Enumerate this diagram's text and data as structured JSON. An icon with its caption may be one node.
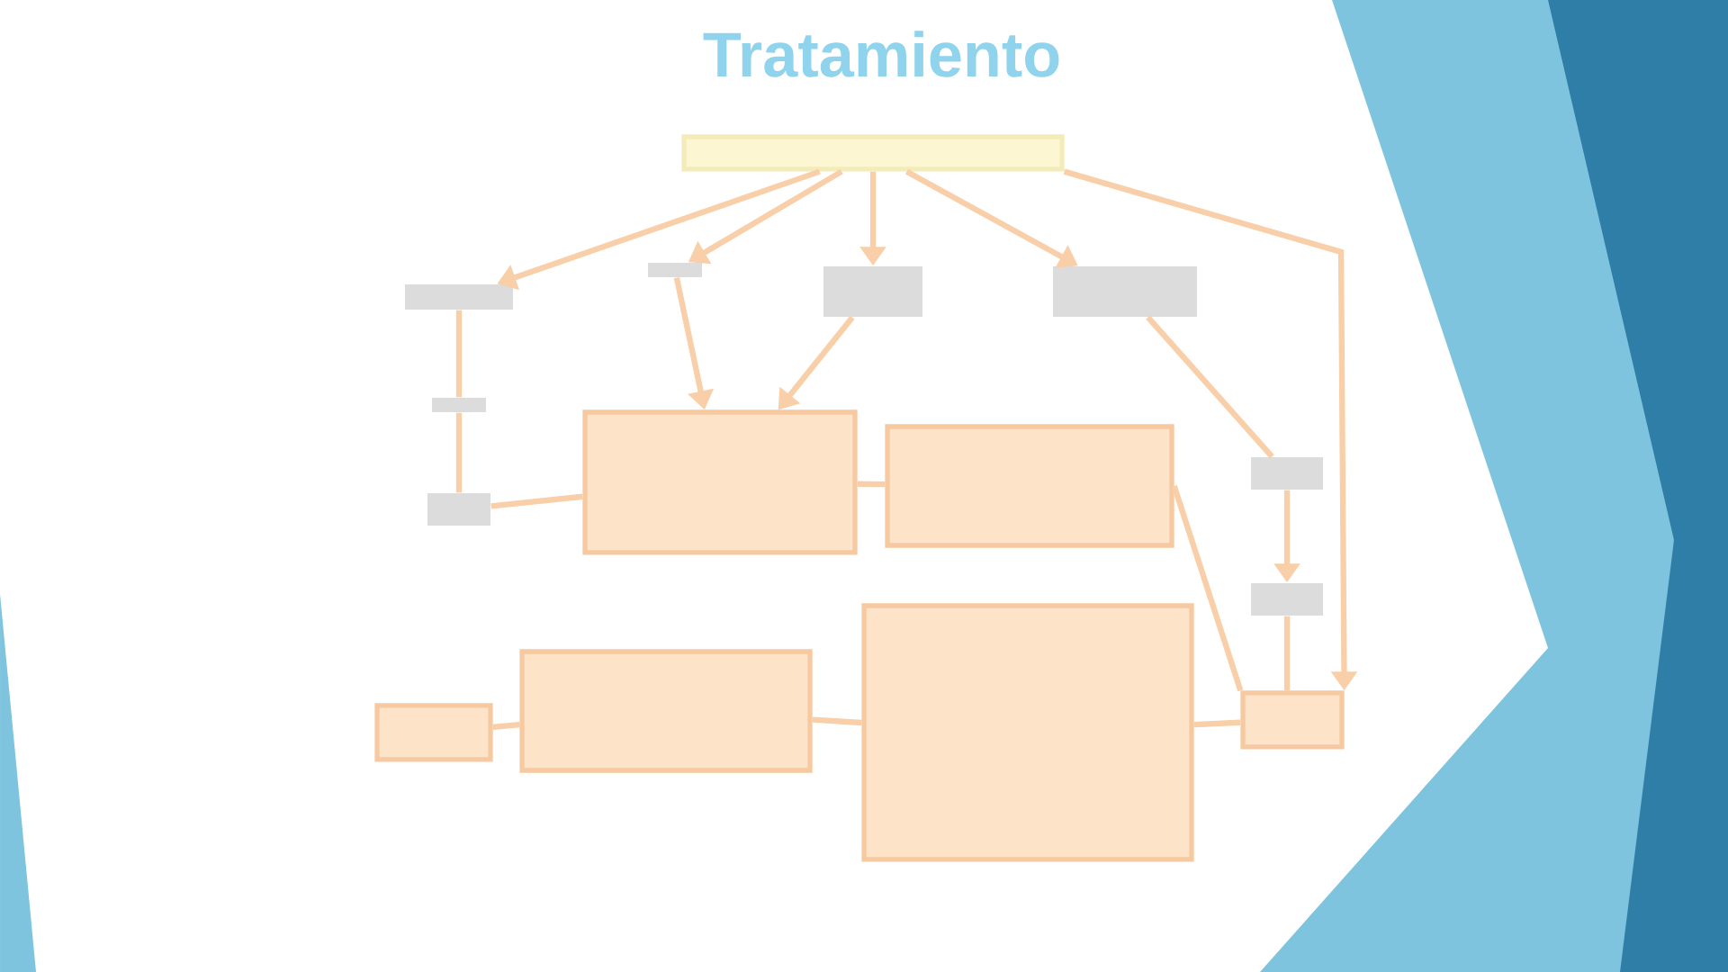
{
  "diagram": {
    "title": "Tratamiento",
    "nodes": [
      {
        "text": [],
        "shape": "box"
      },
      {
        "text": [],
        "shape": "bar"
      },
      {
        "text": [],
        "shape": "bar"
      },
      {
        "text": [],
        "shape": "bar"
      },
      {
        "text": [],
        "shape": "bar"
      },
      {
        "text": [],
        "shape": "bar"
      },
      {
        "text": [],
        "shape": "bar"
      },
      {
        "text": [],
        "shape": "box"
      },
      {
        "text": [],
        "shape": "box"
      },
      {
        "text": [],
        "shape": "bar"
      },
      {
        "text": [],
        "shape": "bar"
      },
      {
        "text": [],
        "shape": "box"
      },
      {
        "text": [],
        "shape": "box"
      },
      {
        "text": [],
        "shape": "box"
      },
      {
        "text": [],
        "shape": "box"
      }
    ],
    "edges": [
      {
        "from": 0,
        "to": 1,
        "arrow": "to"
      },
      {
        "from": 0,
        "to": 2,
        "arrow": "to"
      },
      {
        "from": 0,
        "to": 3,
        "arrow": "to"
      },
      {
        "from": 0,
        "to": 4,
        "arrow": "to"
      },
      {
        "from": 0,
        "to": 14,
        "arrow": "to"
      },
      {
        "from": 1,
        "to": 5,
        "arrow": "none"
      },
      {
        "from": 5,
        "to": 6,
        "arrow": "none"
      },
      {
        "from": 2,
        "to": 7,
        "arrow": "to"
      },
      {
        "from": 3,
        "to": 7,
        "arrow": "to"
      },
      {
        "from": 6,
        "to": 7,
        "arrow": "none"
      },
      {
        "from": 7,
        "to": 8,
        "arrow": "none"
      },
      {
        "from": 4,
        "to": 9,
        "arrow": "none"
      },
      {
        "from": 8,
        "to": 14,
        "arrow": "none"
      },
      {
        "from": 9,
        "to": 10,
        "arrow": "to"
      },
      {
        "from": 10,
        "to": 14,
        "arrow": "none"
      },
      {
        "from": 11,
        "to": 12,
        "arrow": "none"
      },
      {
        "from": 12,
        "to": 13,
        "arrow": "none"
      },
      {
        "from": 13,
        "to": 14,
        "arrow": "none"
      }
    ]
  }
}
